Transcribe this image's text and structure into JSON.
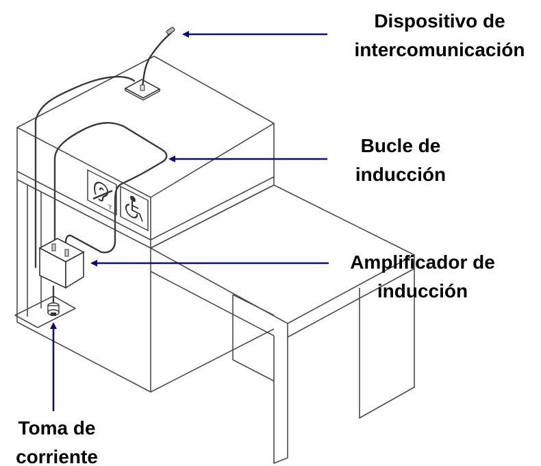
{
  "colors": {
    "arrow": "#0b0b7a",
    "line": "#4a4a4a",
    "cable": "#3a3a3a",
    "text": "#000000"
  },
  "labels": {
    "intercom": {
      "line1": "Dispositivo de",
      "line2": "intercomunicación"
    },
    "loop": {
      "line1": "Bucle de",
      "line2": "inducción"
    },
    "amplifier": {
      "line1": "Amplificador de",
      "line2": "inducción"
    },
    "outlet": {
      "line1": "Toma de",
      "line2": "corriente"
    }
  },
  "icons": [
    "hearing-loop-icon",
    "wheelchair-icon"
  ]
}
